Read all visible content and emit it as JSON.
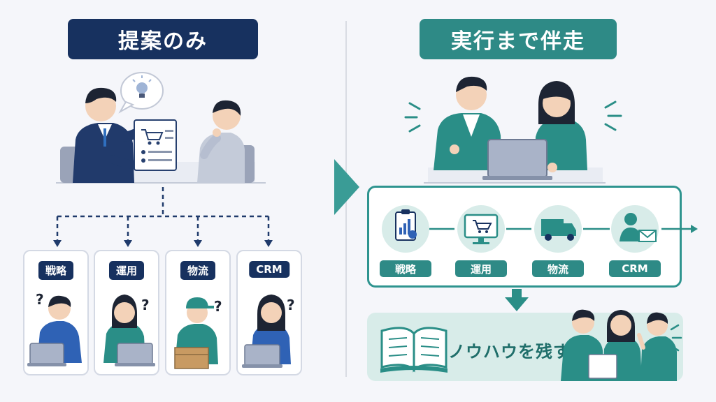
{
  "left": {
    "title": "提案のみ",
    "cards": [
      {
        "label": "戦略"
      },
      {
        "label": "運用"
      },
      {
        "label": "物流"
      },
      {
        "label": "CRM"
      }
    ]
  },
  "right": {
    "title": "実行まで伴走",
    "steps": [
      {
        "label": "戦略",
        "icon": "clipboard-chart-icon"
      },
      {
        "label": "運用",
        "icon": "monitor-cart-icon"
      },
      {
        "label": "物流",
        "icon": "truck-icon"
      },
      {
        "label": "CRM",
        "icon": "person-mail-icon"
      }
    ],
    "knowhow_text": "ノウハウを残す"
  },
  "colors": {
    "navy": "#17315f",
    "teal": "#2e8a86",
    "teal_light": "#d8ece9",
    "arrow_teal": "#3a9c96"
  }
}
